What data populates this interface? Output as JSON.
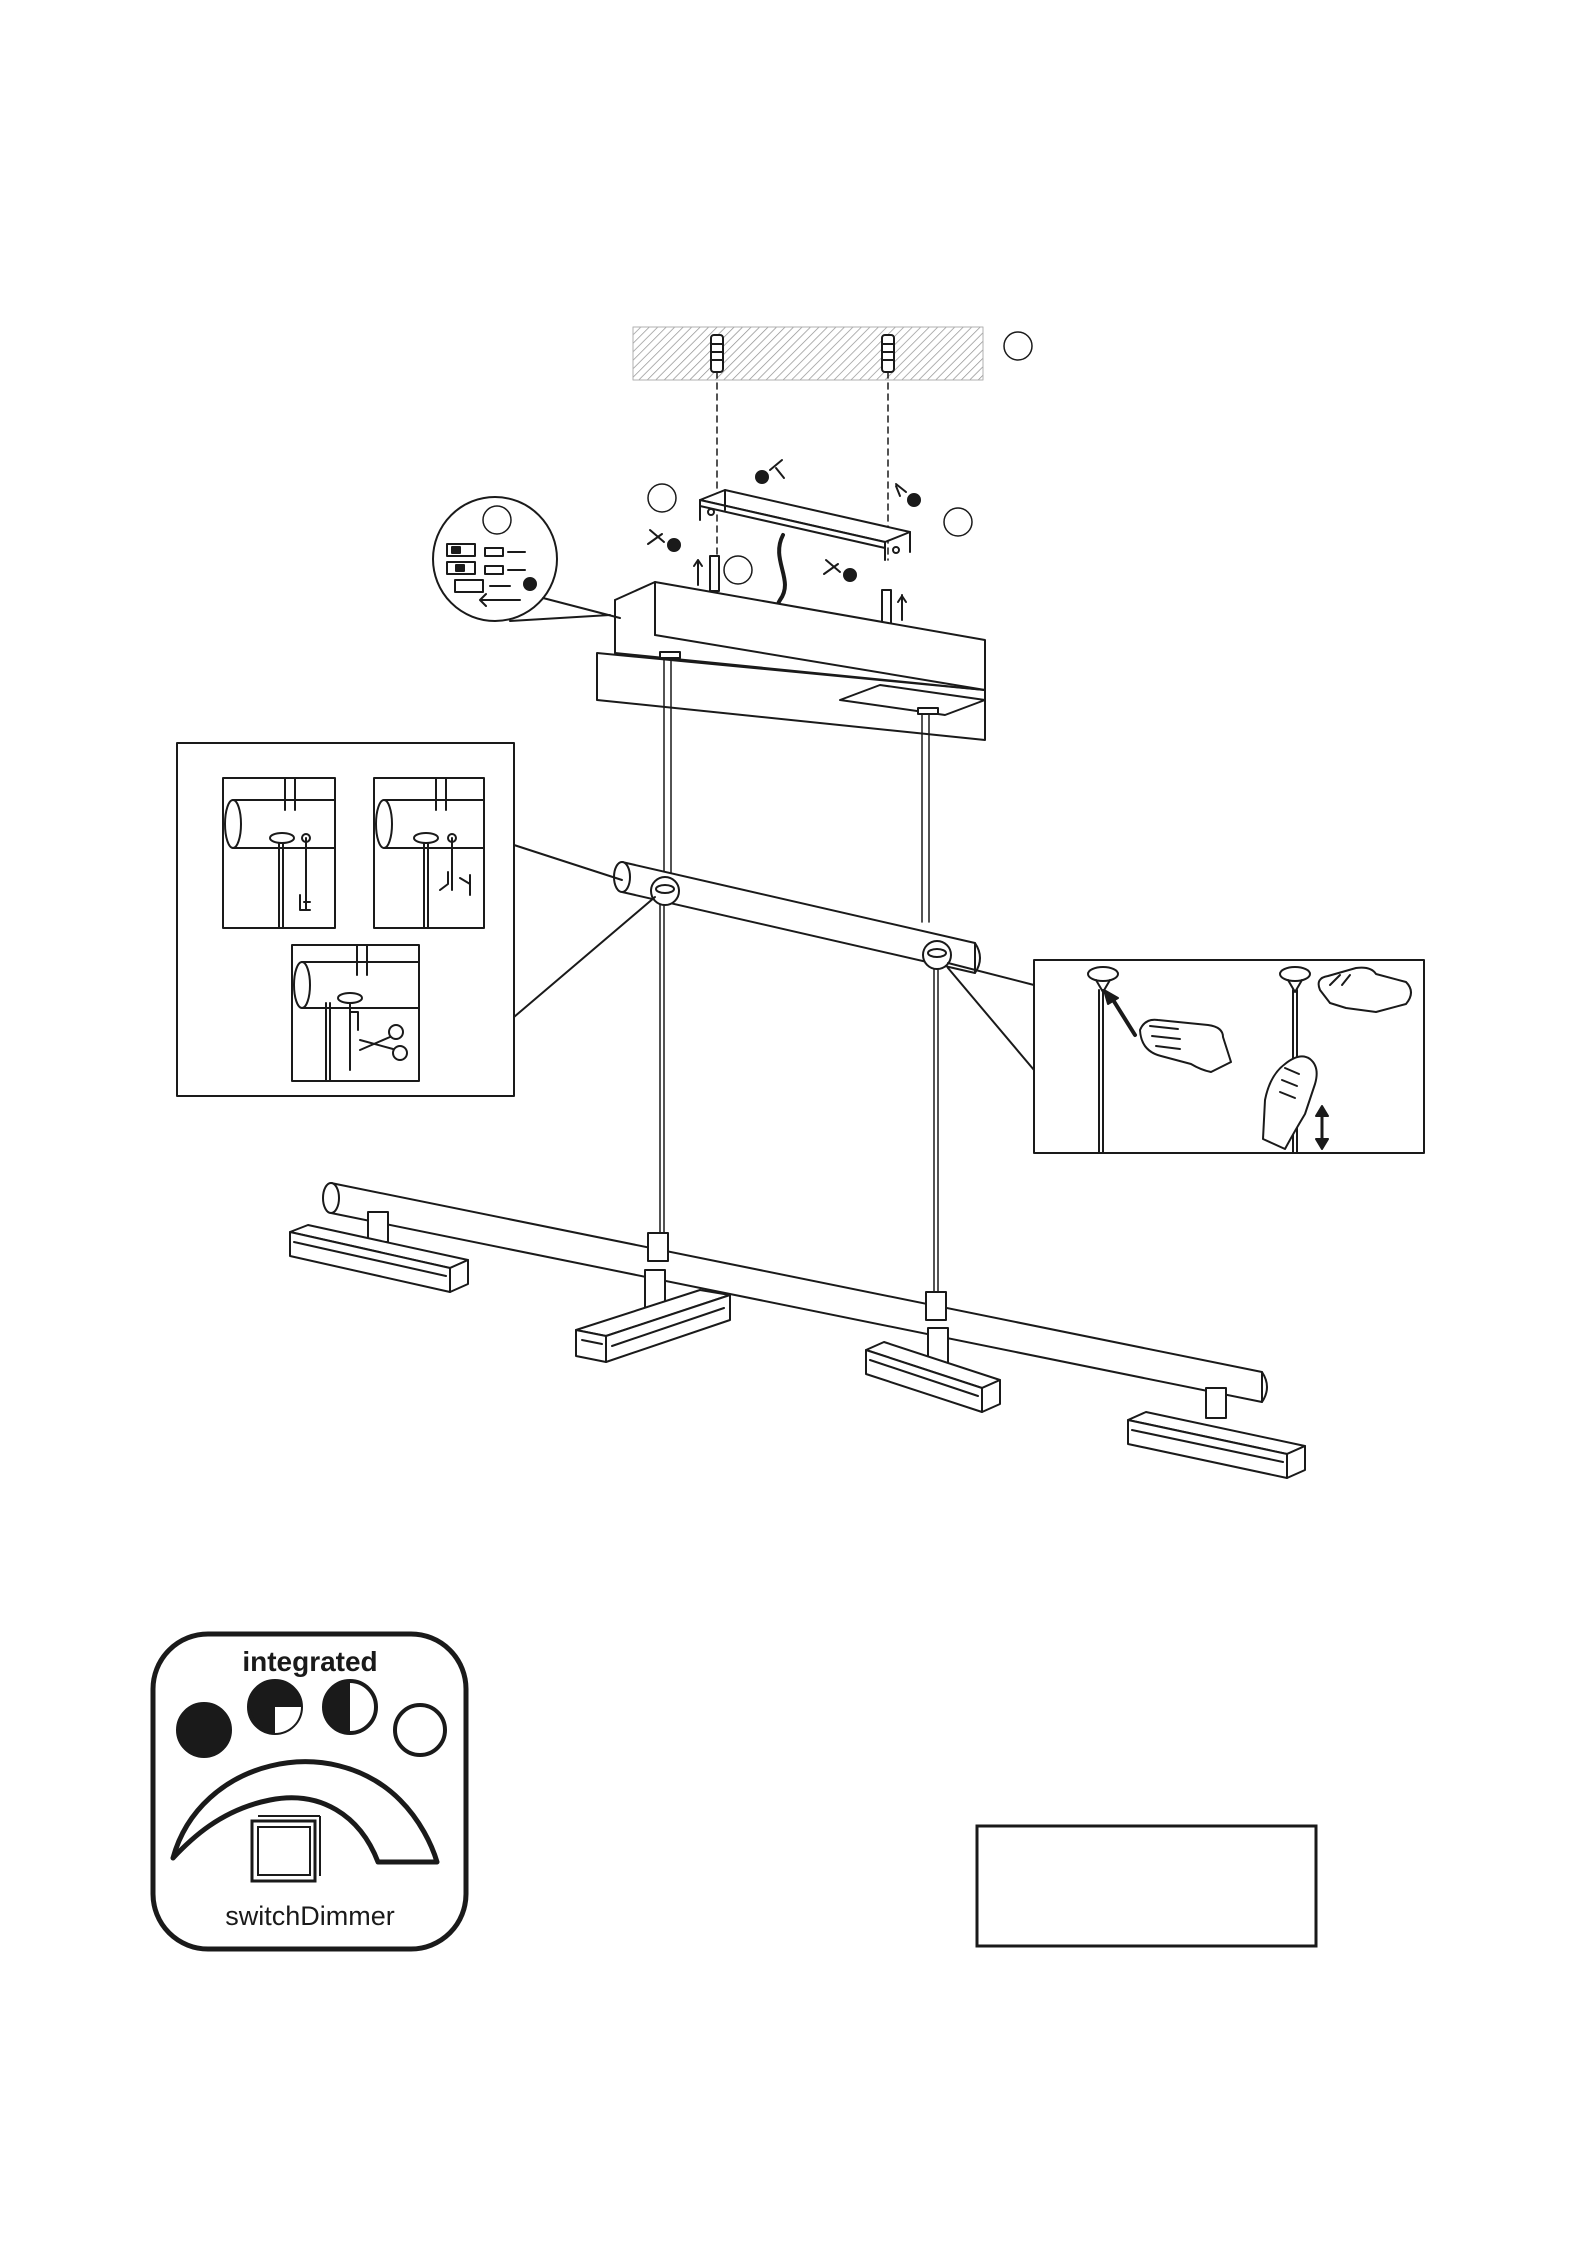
{
  "figure": {
    "main_assembly": "pendant-light-assembly",
    "steps": [
      "ceiling-anchoring",
      "canopy-mounting",
      "cable-wiring",
      "cable-trimming",
      "height-adjustment"
    ]
  },
  "badge": {
    "title": "integrated",
    "subtitle": "switchDimmer",
    "dimming_levels": [
      "full",
      "three-quarter",
      "half",
      "off"
    ]
  },
  "label_box": {
    "text": ""
  },
  "colors": {
    "line": "#1a1a1a",
    "hatch": "#9a9a9a",
    "fill": "#ffffff"
  },
  "icons": [
    "drill-icon",
    "screw-icon",
    "wrench-icon",
    "hand-icon",
    "scissors-icon",
    "up-down-arrow-icon"
  ]
}
